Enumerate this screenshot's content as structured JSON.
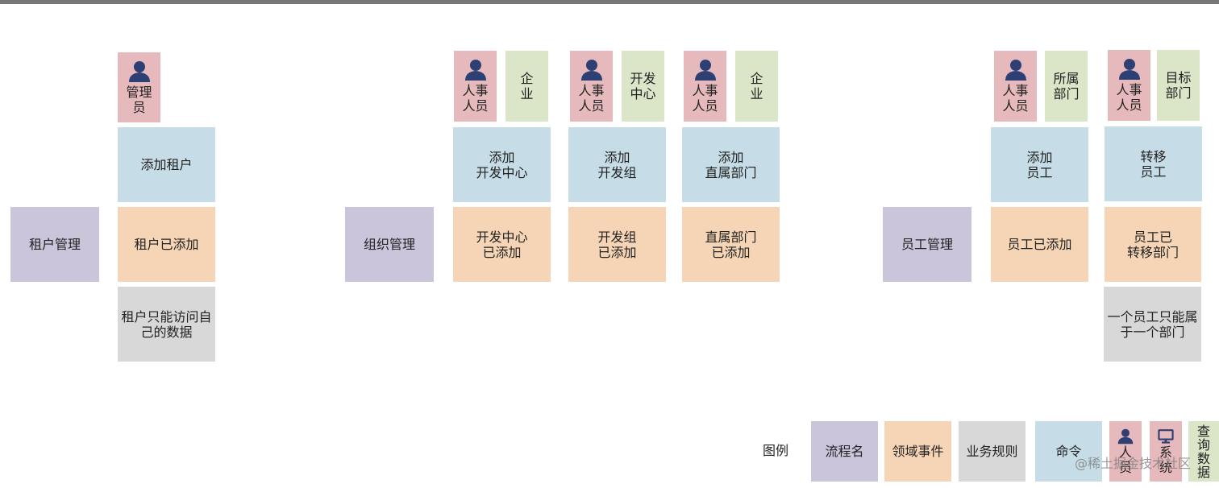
{
  "groups": {
    "tenant": {
      "flow": "租户管理",
      "actor": "管理\n员",
      "command": "添加租户",
      "event": "租户已添加",
      "rule": "租户只能访问自\n己的数据"
    },
    "org": {
      "flow": "组织管理",
      "cols": [
        {
          "actor": "人事\n人员",
          "data": "企\n业",
          "command": "添加\n开发中心",
          "event": "开发中心\n已添加"
        },
        {
          "actor": "人事\n人员",
          "data": "开发\n中心",
          "command": "添加\n开发组",
          "event": "开发组\n已添加"
        },
        {
          "actor": "人事\n人员",
          "data": "企\n业",
          "command": "添加\n直属部门",
          "event": "直属部门\n已添加"
        }
      ]
    },
    "employee": {
      "flow": "员工管理",
      "cols": [
        {
          "actor": "人事\n人员",
          "data": "所属\n部门",
          "command": "添加\n员工",
          "event": "员工已添加"
        },
        {
          "actor": "人事\n人员",
          "data": "目标\n部门",
          "command": "转移\n员工",
          "event": "员工已\n转移部门",
          "rule": "一个员工只能属\n于一个部门"
        }
      ]
    }
  },
  "legend": {
    "title": "图例",
    "flow": "流程名",
    "event": "领域事件",
    "rule": "业务规则",
    "command": "命令",
    "person": "人\n员",
    "system": "系\n统",
    "query": "查\n询\n数\n据"
  },
  "watermark": "@稀土掘金技术社区",
  "colors": {
    "flow": "#cbc5dc",
    "event": "#f6d5b6",
    "command": "#c6dde7",
    "rule": "#d8d8d8",
    "actor": "#e6b9bc",
    "query": "#dbe5c8",
    "icon": "#2e3f73"
  }
}
